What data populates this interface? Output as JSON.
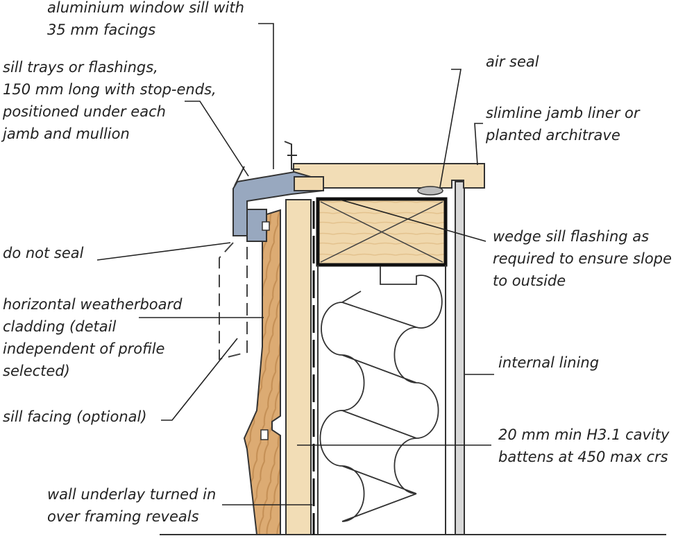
{
  "labels": {
    "sill_l1": "aluminium window sill with",
    "sill_l2": "35 mm facings",
    "trays_l1": "sill trays or flashings,",
    "trays_l2": "150 mm long with stop-ends,",
    "trays_l3": "positioned under each",
    "trays_l4": "jamb and mullion",
    "do_not_seal": "do not seal",
    "clad_l1": "horizontal weatherboard",
    "clad_l2": "cladding (detail",
    "clad_l3": "independent of profile",
    "clad_l4": "selected)",
    "facing": "sill facing (optional)",
    "underlay_l1": "wall underlay turned in",
    "underlay_l2": "over framing reveals",
    "air_seal": "air seal",
    "jamb_l1": "slimline jamb liner or",
    "jamb_l2": "planted architrave",
    "wedge_l1": "wedge sill flashing as",
    "wedge_l2": "required to ensure slope",
    "wedge_l3": "to outside",
    "lining": "internal lining",
    "cavity_l1": "20 mm min  H3.1 cavity",
    "cavity_l2": "battens at 450 max crs"
  },
  "colors": {
    "timber": "#f2ddb6",
    "timber_dark": "#ddb27c",
    "weatherboard": "#d9a872",
    "aluminium": "#98a8bf",
    "lining": "#d8d8d8",
    "line": "#222222"
  }
}
